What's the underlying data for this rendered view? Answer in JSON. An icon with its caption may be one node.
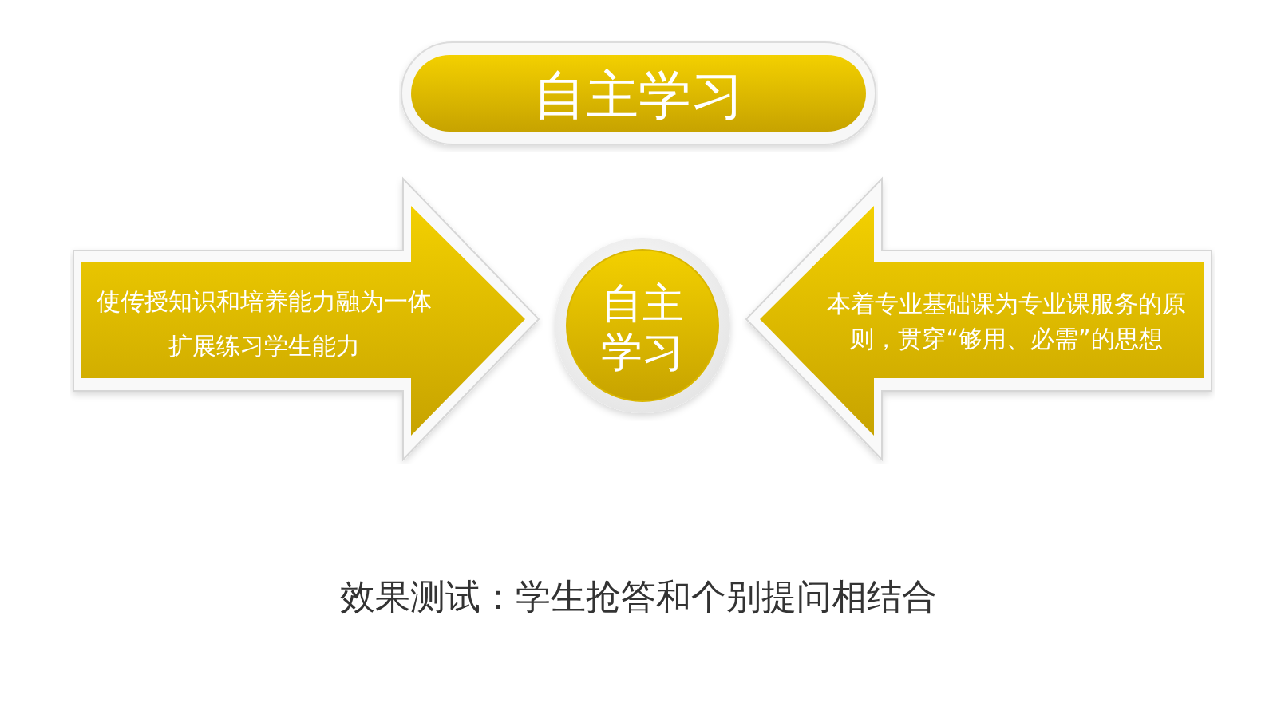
{
  "diagram": {
    "caption": "效果测试：学生抢答和个别提问相结合",
    "nodes": [
      {
        "text": [
          "自主学习"
        ]
      },
      {
        "text": [
          "使传授知识和培养能力融为一体",
          "扩展练习学生能力"
        ]
      },
      {
        "text": [
          "自主学习"
        ]
      },
      {
        "text": [
          "本着专业基础课为专业课服务的原则，贯穿“够用、必需”的思想"
        ]
      }
    ]
  }
}
